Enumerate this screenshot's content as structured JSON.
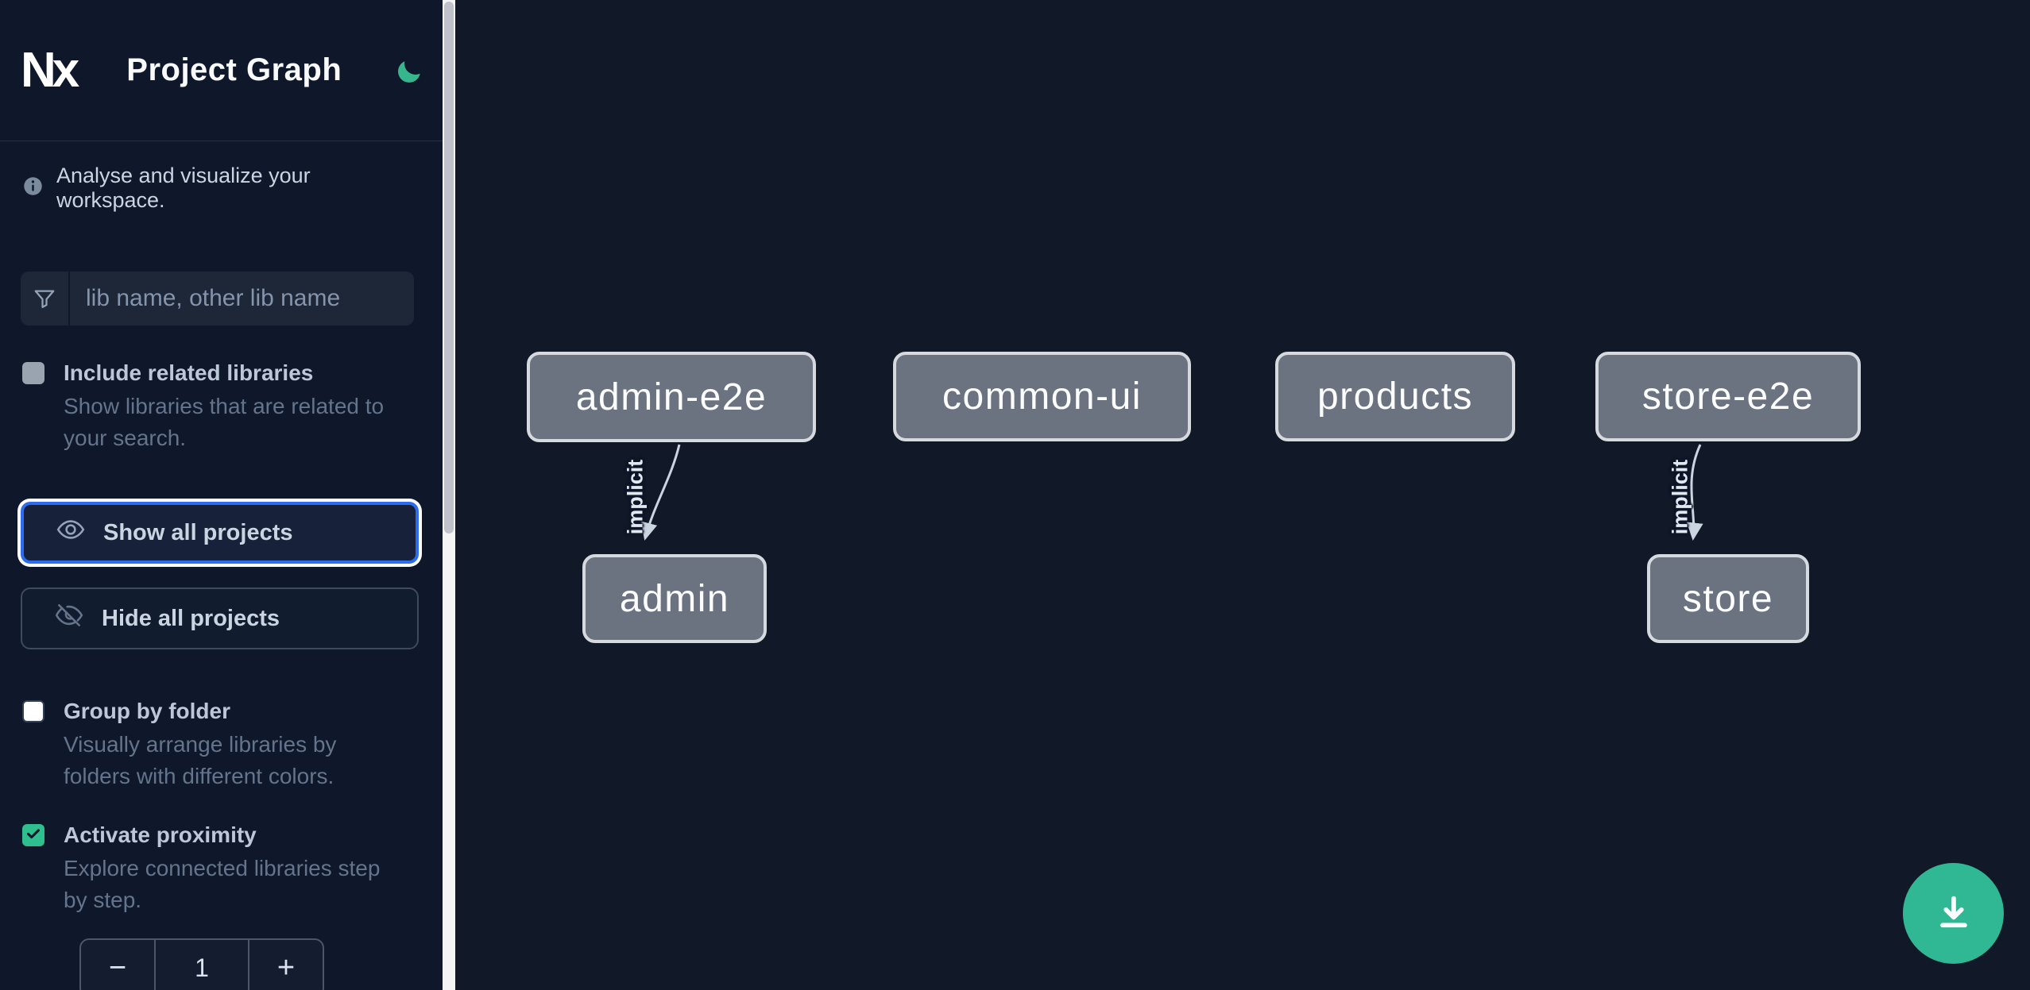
{
  "colors": {
    "sidebar_bg": "#0f172a",
    "canvas_bg": "#111827",
    "accent_green_moon": "#37b68e",
    "accent_green_fab": "#30b894",
    "checkbox_checked_green": "#2fbf8f",
    "focus_ring_blue": "#2b6cf0",
    "node_fill": "#6b7280",
    "node_border": "#d6d9de",
    "edge_color": "#cbd5e1"
  },
  "header": {
    "logo_text": "Nx",
    "title": "Project Graph",
    "theme_toggle_icon": "moon-icon"
  },
  "sidebar": {
    "info_text": "Analyse and visualize your workspace.",
    "search": {
      "placeholder": "lib name, other lib name",
      "value": "",
      "icon": "funnel-icon"
    },
    "toggles": [
      {
        "label": "Include related libraries",
        "description": "Show libraries that are related to your search.",
        "checked": false
      },
      {
        "label": "Group by folder",
        "description": "Visually arrange libraries by folders with different colors.",
        "checked": false
      },
      {
        "label": "Activate proximity",
        "description": "Explore connected libraries step by step.",
        "checked": true
      }
    ],
    "actions": [
      {
        "label": "Show all projects",
        "icon": "eye-icon",
        "focused": true
      },
      {
        "label": "Hide all projects",
        "icon": "eye-off-icon",
        "focused": false
      }
    ],
    "proximity_stepper": {
      "decrement": "−",
      "value": "1",
      "increment": "+"
    }
  },
  "graph": {
    "nodes": [
      {
        "label": "admin-e2e"
      },
      {
        "label": "common-ui"
      },
      {
        "label": "products"
      },
      {
        "label": "store-e2e"
      },
      {
        "label": "admin"
      },
      {
        "label": "store"
      }
    ],
    "edges": [
      {
        "source": "admin-e2e",
        "target": "admin",
        "label": "implicit"
      },
      {
        "source": "store-e2e",
        "target": "store",
        "label": "implicit"
      }
    ]
  },
  "fab": {
    "icon": "download-icon"
  }
}
